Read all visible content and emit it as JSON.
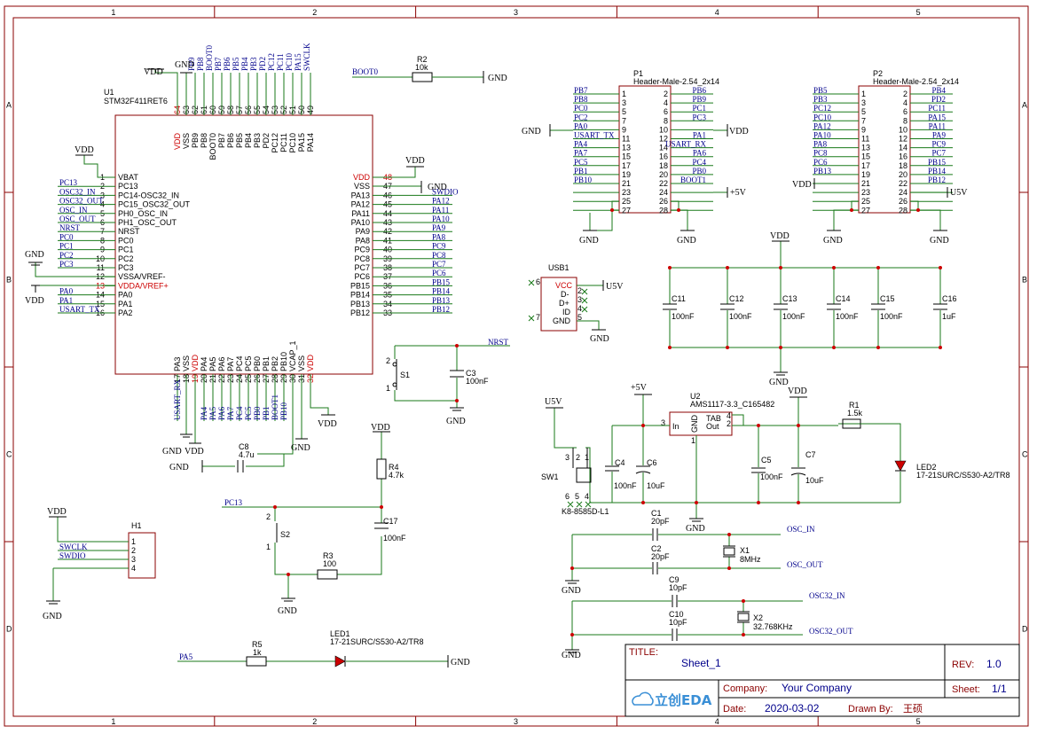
{
  "sheet": {
    "col_labels": [
      "1",
      "2",
      "3",
      "4",
      "5"
    ],
    "row_labels": [
      "A",
      "B",
      "C",
      "D"
    ],
    "title_label": "TITLE:",
    "title": "Sheet_1",
    "rev_label": "REV:",
    "rev": "1.0",
    "company_label": "Company:",
    "company": "Your Company",
    "sheet_label": "Sheet:",
    "sheet_num": "1/1",
    "date_label": "Date:",
    "date": "2020-03-02",
    "drawn_label": "Drawn By:",
    "drawn_by": "王硕",
    "logo_text": "立创EDA"
  },
  "power": {
    "vdd": "VDD",
    "gnd": "GND",
    "u5v": "U5V",
    "p5v": "+5V"
  },
  "u1": {
    "ref": "U1",
    "part": "STM32F411RET6",
    "left_pins": [
      {
        "num": "1",
        "name": "VBAT",
        "net": ""
      },
      {
        "num": "2",
        "name": "PC13",
        "net": "PC13"
      },
      {
        "num": "3",
        "name": "PC14-OSC32_IN",
        "net": "OSC32_IN"
      },
      {
        "num": "4",
        "name": "PC15_OSC32_OUT",
        "net": "OSC32_OUT"
      },
      {
        "num": "5",
        "name": "PH0_OSC_IN",
        "net": "OSC_IN"
      },
      {
        "num": "6",
        "name": "PH1_OSC_OUT",
        "net": "OSC_OUT"
      },
      {
        "num": "7",
        "name": "NRST",
        "net": "NRST"
      },
      {
        "num": "8",
        "name": "PC0",
        "net": "PC0"
      },
      {
        "num": "9",
        "name": "PC1",
        "net": "PC1"
      },
      {
        "num": "10",
        "name": "PC2",
        "net": "PC2"
      },
      {
        "num": "11",
        "name": "PC3",
        "net": "PC3"
      },
      {
        "num": "12",
        "name": "VSSA/VREF-",
        "net": ""
      },
      {
        "num": "13",
        "name": "VDDA/VREF+",
        "net": ""
      },
      {
        "num": "14",
        "name": "PA0",
        "net": "PA0"
      },
      {
        "num": "15",
        "name": "PA1",
        "net": "PA1"
      },
      {
        "num": "16",
        "name": "PA2",
        "net": "USART_TX"
      }
    ],
    "right_pins": [
      {
        "num": "48",
        "name": "VDD",
        "net": ""
      },
      {
        "num": "47",
        "name": "VSS",
        "net": ""
      },
      {
        "num": "46",
        "name": "PA13",
        "net": "SWDIO"
      },
      {
        "num": "45",
        "name": "PA12",
        "net": "PA12"
      },
      {
        "num": "44",
        "name": "PA11",
        "net": "PA11"
      },
      {
        "num": "43",
        "name": "PA10",
        "net": "PA10"
      },
      {
        "num": "42",
        "name": "PA9",
        "net": "PA9"
      },
      {
        "num": "41",
        "name": "PA8",
        "net": "PA8"
      },
      {
        "num": "40",
        "name": "PC9",
        "net": "PC9"
      },
      {
        "num": "39",
        "name": "PC8",
        "net": "PC8"
      },
      {
        "num": "38",
        "name": "PC7",
        "net": "PC7"
      },
      {
        "num": "37",
        "name": "PC6",
        "net": "PC6"
      },
      {
        "num": "36",
        "name": "PB15",
        "net": "PB15"
      },
      {
        "num": "35",
        "name": "PB14",
        "net": "PB14"
      },
      {
        "num": "34",
        "name": "PB13",
        "net": "PB13"
      },
      {
        "num": "33",
        "name": "PB12",
        "net": "PB12"
      }
    ],
    "top_pins": [
      {
        "num": "64",
        "name": "VDD",
        "net": ""
      },
      {
        "num": "63",
        "name": "VSS",
        "net": ""
      },
      {
        "num": "62",
        "name": "PB9",
        "net": "PB9"
      },
      {
        "num": "61",
        "name": "PB8",
        "net": "PB8"
      },
      {
        "num": "60",
        "name": "BOOT0",
        "net": "BOOT0"
      },
      {
        "num": "59",
        "name": "PB7",
        "net": "PB7"
      },
      {
        "num": "58",
        "name": "PB6",
        "net": "PB6"
      },
      {
        "num": "57",
        "name": "PB5",
        "net": "PB5"
      },
      {
        "num": "56",
        "name": "PB4",
        "net": "PB4"
      },
      {
        "num": "55",
        "name": "PB3",
        "net": "PB3"
      },
      {
        "num": "54",
        "name": "PD2",
        "net": "PD2"
      },
      {
        "num": "53",
        "name": "PC12",
        "net": "PC12"
      },
      {
        "num": "52",
        "name": "PC11",
        "net": "PC11"
      },
      {
        "num": "51",
        "name": "PC10",
        "net": "PC10"
      },
      {
        "num": "50",
        "name": "PA15",
        "net": "PA15"
      },
      {
        "num": "49",
        "name": "PA14",
        "net": "SWCLK"
      }
    ],
    "bottom_pins": [
      {
        "num": "17",
        "name": "PA3",
        "net": "USART_RX"
      },
      {
        "num": "18",
        "name": "VSS",
        "net": ""
      },
      {
        "num": "19",
        "name": "VDD",
        "net": ""
      },
      {
        "num": "20",
        "name": "PA4",
        "net": "PA4"
      },
      {
        "num": "21",
        "name": "PA5",
        "net": "PA5"
      },
      {
        "num": "22",
        "name": "PA6",
        "net": "PA6"
      },
      {
        "num": "23",
        "name": "PA7",
        "net": "PA7"
      },
      {
        "num": "24",
        "name": "PC4",
        "net": "PC4"
      },
      {
        "num": "25",
        "name": "PC5",
        "net": "PC5"
      },
      {
        "num": "26",
        "name": "PB0",
        "net": "PB0"
      },
      {
        "num": "27",
        "name": "PB1",
        "net": "PB1"
      },
      {
        "num": "28",
        "name": "PB2",
        "net": "BOOT1"
      },
      {
        "num": "29",
        "name": "PB10",
        "net": "PB10"
      },
      {
        "num": "30",
        "name": "VCAP_1",
        "net": ""
      },
      {
        "num": "31",
        "name": "VSS",
        "net": ""
      },
      {
        "num": "32",
        "name": "VDD",
        "net": ""
      }
    ]
  },
  "p1": {
    "ref": "P1",
    "part": "Header-Male-2.54_2x14",
    "left": [
      {
        "num": "1",
        "net": "PB7"
      },
      {
        "num": "3",
        "net": "PB8"
      },
      {
        "num": "5",
        "net": "PC0"
      },
      {
        "num": "7",
        "net": "PC2"
      },
      {
        "num": "9",
        "net": "PA0"
      },
      {
        "num": "11",
        "net": "USART_TX"
      },
      {
        "num": "13",
        "net": "PA4"
      },
      {
        "num": "15",
        "net": "PA7"
      },
      {
        "num": "17",
        "net": "PC5"
      },
      {
        "num": "19",
        "net": "PB1"
      },
      {
        "num": "21",
        "net": "PB10"
      },
      {
        "num": "23",
        "net": ""
      },
      {
        "num": "25",
        "net": ""
      },
      {
        "num": "27",
        "net": ""
      }
    ],
    "right": [
      {
        "num": "2",
        "net": "PB6"
      },
      {
        "num": "4",
        "net": "PB9"
      },
      {
        "num": "6",
        "net": "PC1"
      },
      {
        "num": "8",
        "net": "PC3"
      },
      {
        "num": "10",
        "net": ""
      },
      {
        "num": "12",
        "net": "PA1"
      },
      {
        "num": "14",
        "net": "USART_RX"
      },
      {
        "num": "16",
        "net": "PA6"
      },
      {
        "num": "18",
        "net": "PC4"
      },
      {
        "num": "20",
        "net": "PB0"
      },
      {
        "num": "22",
        "net": "BOOT1"
      },
      {
        "num": "24",
        "net": ""
      },
      {
        "num": "26",
        "net": ""
      },
      {
        "num": "28",
        "net": ""
      }
    ]
  },
  "p2": {
    "ref": "P2",
    "part": "Header-Male-2.54_2x14",
    "left": [
      {
        "num": "1",
        "net": "PB5"
      },
      {
        "num": "3",
        "net": "PB3"
      },
      {
        "num": "5",
        "net": "PC12"
      },
      {
        "num": "7",
        "net": "PC10"
      },
      {
        "num": "9",
        "net": "PA12"
      },
      {
        "num": "11",
        "net": "PA10"
      },
      {
        "num": "13",
        "net": "PA8"
      },
      {
        "num": "15",
        "net": "PC8"
      },
      {
        "num": "17",
        "net": "PC6"
      },
      {
        "num": "19",
        "net": "PB13"
      },
      {
        "num": "21",
        "net": ""
      },
      {
        "num": "23",
        "net": ""
      },
      {
        "num": "25",
        "net": ""
      },
      {
        "num": "27",
        "net": ""
      }
    ],
    "right": [
      {
        "num": "2",
        "net": "PB4"
      },
      {
        "num": "4",
        "net": "PD2"
      },
      {
        "num": "6",
        "net": "PC11"
      },
      {
        "num": "8",
        "net": "PA15"
      },
      {
        "num": "10",
        "net": "PA11"
      },
      {
        "num": "12",
        "net": "PA9"
      },
      {
        "num": "14",
        "net": "PC9"
      },
      {
        "num": "16",
        "net": "PC7"
      },
      {
        "num": "18",
        "net": "PB15"
      },
      {
        "num": "20",
        "net": "PB14"
      },
      {
        "num": "22",
        "net": "PB12"
      },
      {
        "num": "24",
        "net": ""
      },
      {
        "num": "26",
        "net": ""
      },
      {
        "num": "28",
        "net": ""
      }
    ]
  },
  "usb1": {
    "ref": "USB1",
    "pins": [
      {
        "num": "6",
        "name": "VCC"
      },
      {
        "num": "2",
        "name": "D-"
      },
      {
        "num": "3",
        "name": "D+"
      },
      {
        "num": "4",
        "name": "ID"
      },
      {
        "num": "5",
        "name": "GND"
      },
      {
        "num": "7",
        "name": ""
      }
    ]
  },
  "h1": {
    "ref": "H1",
    "pins": [
      {
        "num": "1",
        "net": ""
      },
      {
        "num": "2",
        "net": "SWCLK"
      },
      {
        "num": "3",
        "net": "SWDIO"
      },
      {
        "num": "4",
        "net": ""
      }
    ]
  },
  "u2": {
    "ref": "U2",
    "part": "AMS1117-3.3_C165482",
    "in": "In",
    "out": "Out",
    "tab": "TAB",
    "gnd": "GND",
    "pin_in": "3",
    "pin_tab": "4",
    "pin_out": "2",
    "pin_gnd": "1"
  },
  "caps": [
    {
      "ref": "C11",
      "val": "100nF"
    },
    {
      "ref": "C12",
      "val": "100nF"
    },
    {
      "ref": "C13",
      "val": "100nF"
    },
    {
      "ref": "C14",
      "val": "100nF"
    },
    {
      "ref": "C15",
      "val": "100nF"
    },
    {
      "ref": "C16",
      "val": "1uF"
    },
    {
      "ref": "C3",
      "val": "100nF"
    },
    {
      "ref": "C8",
      "val": "4.7u"
    },
    {
      "ref": "C17",
      "val": "100nF"
    },
    {
      "ref": "C4",
      "val": "100nF"
    },
    {
      "ref": "C6",
      "val": "10uF"
    },
    {
      "ref": "C5",
      "val": "100nF"
    },
    {
      "ref": "C7",
      "val": "10uF"
    },
    {
      "ref": "C1",
      "val": "20pF"
    },
    {
      "ref": "C2",
      "val": "20pF"
    },
    {
      "ref": "C9",
      "val": "10pF"
    },
    {
      "ref": "C10",
      "val": "10pF"
    }
  ],
  "resistors": [
    {
      "ref": "R2",
      "val": "10k"
    },
    {
      "ref": "R4",
      "val": "4.7k"
    },
    {
      "ref": "R3",
      "val": "100"
    },
    {
      "ref": "R1",
      "val": "1.5k"
    },
    {
      "ref": "R5",
      "val": "1k"
    }
  ],
  "misc": {
    "s1": "S1",
    "s2": "S2",
    "sw1": "SW1",
    "sw1_part": "K8-8585D-L1",
    "x1": "X1",
    "x1_val": "8MHz",
    "x2": "X2",
    "x2_val": "32.768KHz",
    "led1": "LED1",
    "led1_part": "17-21SURC/S530-A2/TR8",
    "led2": "LED2",
    "led2_part": "17-21SURC/S530-A2/TR8",
    "net_boot0": "BOOT0",
    "net_nrst": "NRST",
    "net_pc13": "PC13",
    "net_pa5": "PA5",
    "net_osc_in": "OSC_IN",
    "net_osc_out": "OSC_OUT",
    "net_osc32_in": "OSC32_IN",
    "net_osc32_out": "OSC32_OUT",
    "net_usart_rx": "USART_RX"
  }
}
